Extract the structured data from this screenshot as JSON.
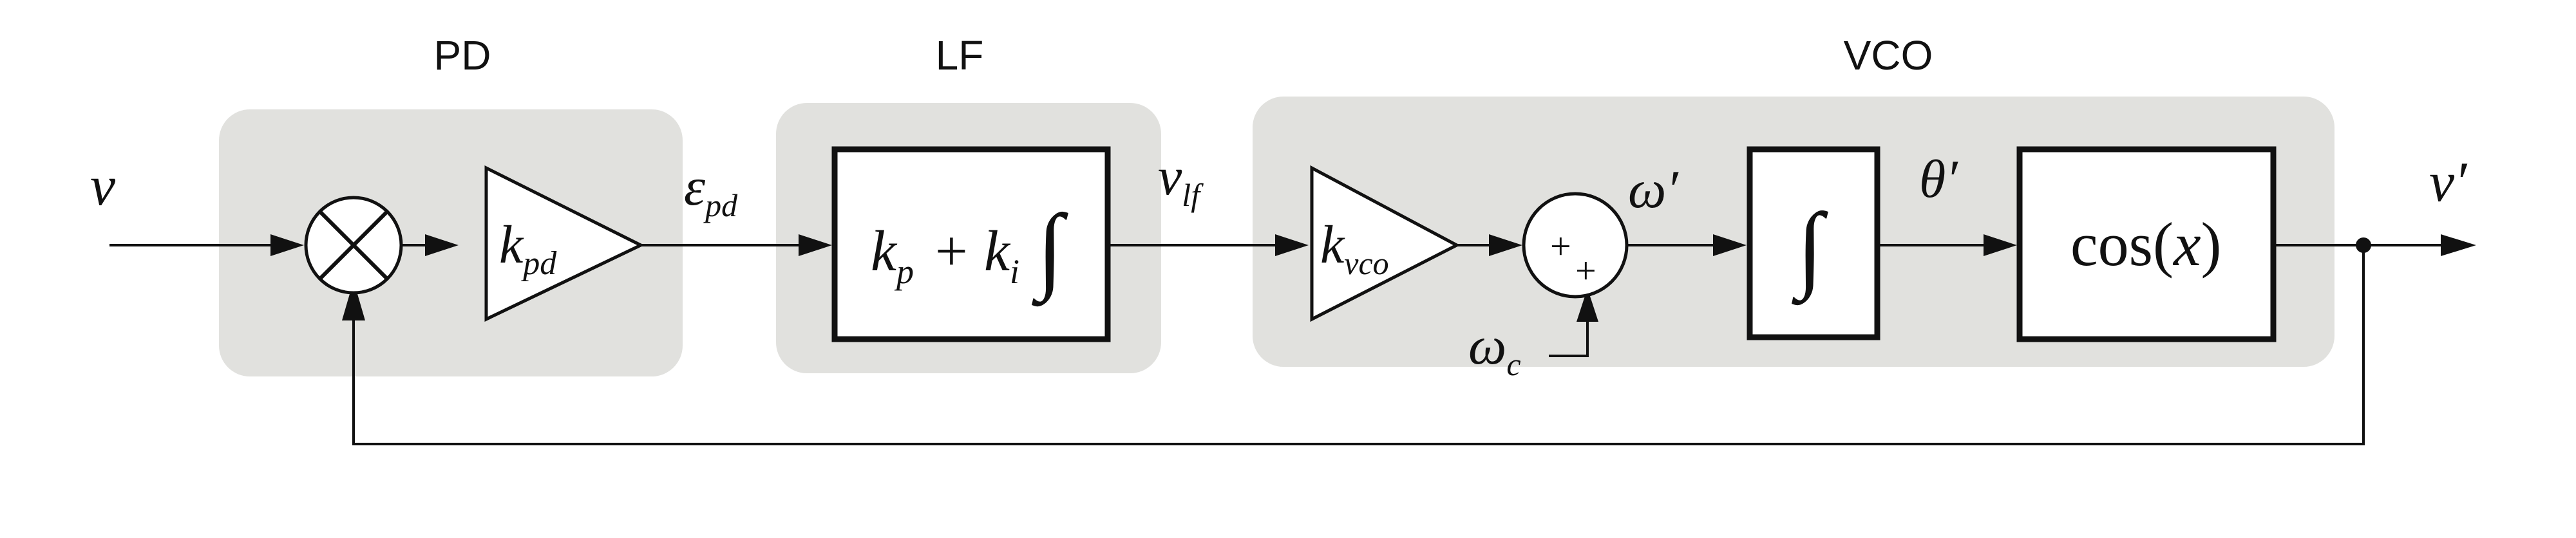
{
  "groups": {
    "pd": "PD",
    "lf": "LF",
    "vco": "VCO"
  },
  "signals": {
    "input": "v",
    "error_base": "ε",
    "error_sub": "pd",
    "lf_out_base": "v",
    "lf_out_sub": "lf",
    "omega_prime": "ω′",
    "theta_prime": "θ′",
    "omega_c_base": "ω",
    "omega_c_sub": "c",
    "output": "v′"
  },
  "blocks": {
    "pd_gain_base": "k",
    "pd_gain_sub": "pd",
    "lf_kp_base": "k",
    "lf_kp_sub": "p",
    "lf_plus": "+",
    "lf_ki_base": "k",
    "lf_ki_sub": "i",
    "integral": "∫",
    "vco_gain_base": "k",
    "vco_gain_sub": "vco",
    "multiply_symbol": "×",
    "sum_plus_top": "+",
    "sum_plus_bottom": "+",
    "cos_prefix": "cos(",
    "cos_var": "x",
    "cos_suffix": ")"
  },
  "colors": {
    "group_background": "#e1e1de",
    "stroke": "#111111"
  }
}
